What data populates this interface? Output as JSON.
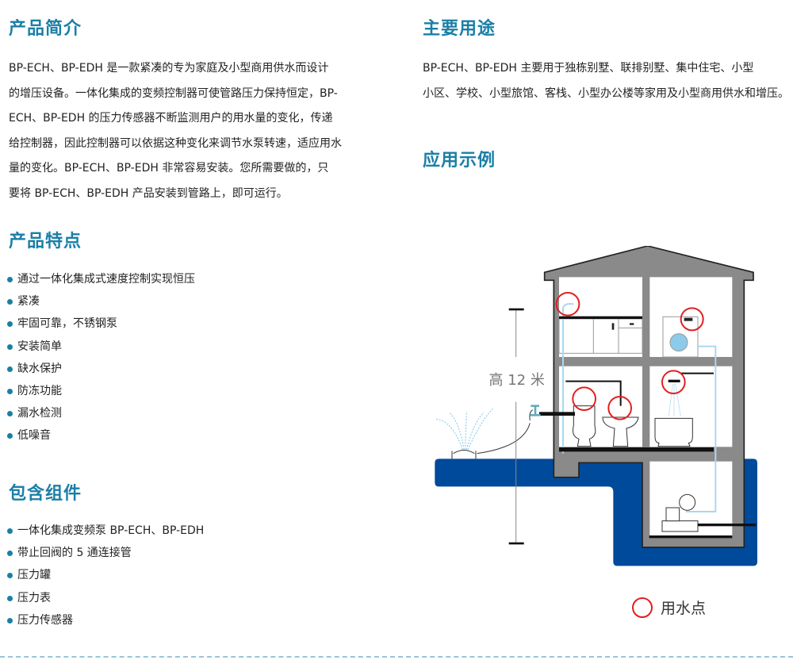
{
  "intro": {
    "title": "产品简介",
    "lines": [
      "BP-ECH、BP-EDH 是一款紧凑的专为家庭及小型商用供水而设计",
      "的增压设备。一体化集成的变频控制器可使管路压力保持恒定，BP-",
      "ECH、BP-EDH 的压力传感器不断监测用户的用水量的变化，传递",
      "给控制器，因此控制器可以依据这种变化来调节水泵转速，适应用水",
      "量的变化。BP-ECH、BP-EDH 非常容易安装。您所需要做的，只",
      "要将 BP-ECH、BP-EDH 产品安装到管路上，即可运行。"
    ]
  },
  "features": {
    "title": "产品特点",
    "items": [
      "通过一体化集成式速度控制实现恒压",
      "紧凑",
      "牢固可靠，不锈钢泵",
      "安装简单",
      "缺水保护",
      "防冻功能",
      "漏水检测",
      "低噪音"
    ]
  },
  "components": {
    "title": "包含组件",
    "items": [
      "一体化集成变频泵 BP-ECH、BP-EDH",
      "带止回阀的 5 通连接管",
      "压力罐",
      "压力表",
      "压力传感器"
    ]
  },
  "usage": {
    "title": "主要用途",
    "lines": [
      "BP-ECH、BP-EDH 主要用于独栋别墅、联排别墅、集中住宅、小型",
      "小区、学校、小型旅馆、客栈、小型办公楼等家用及小型商用供水和增压。"
    ]
  },
  "example": {
    "title": "应用示例",
    "height_label": "高 12 米",
    "legend_label": "用水点"
  },
  "colors": {
    "heading": "#1a7fa6",
    "ground": "#004a9c",
    "wall": "#8a8a8a",
    "marker": "#e02020",
    "pipe": "#a8d8f0"
  }
}
